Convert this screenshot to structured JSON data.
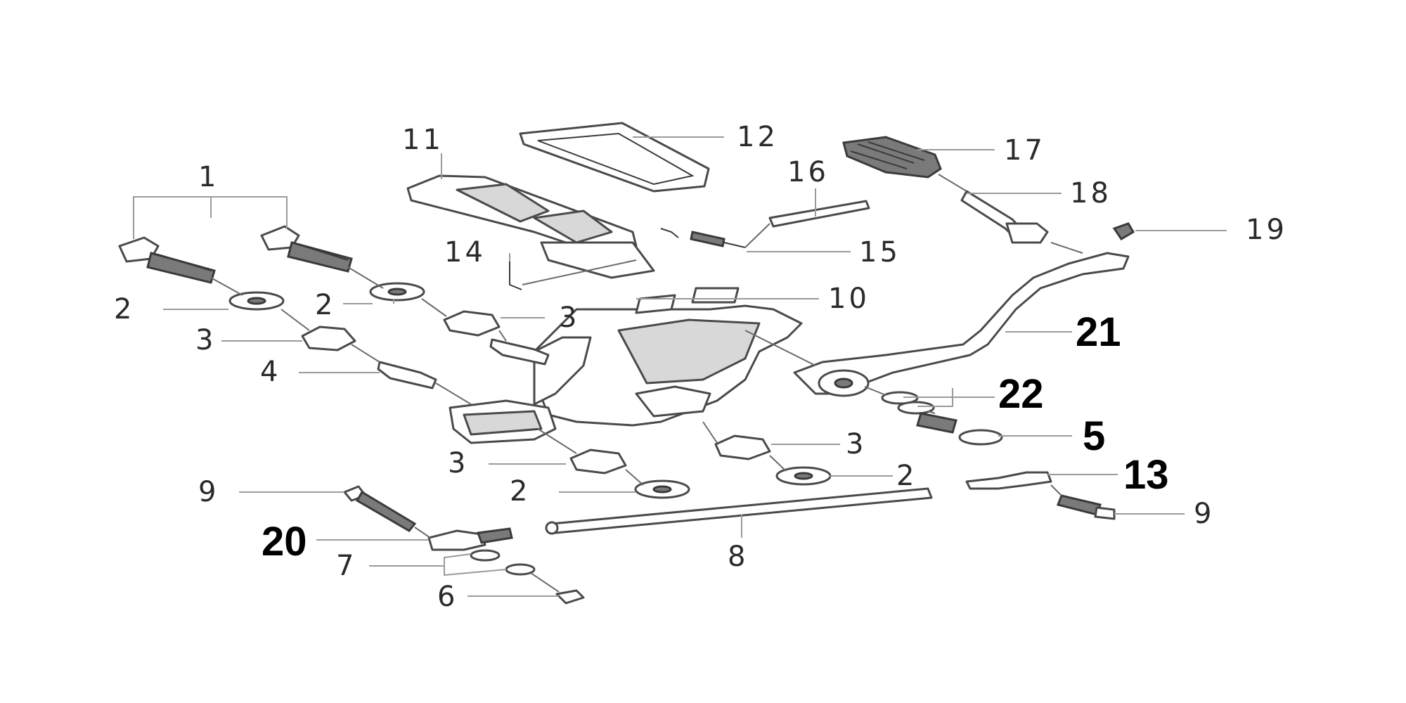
{
  "callouts": [
    {
      "id": "c1",
      "text": "1",
      "style": "thin"
    },
    {
      "id": "c2a",
      "text": "2",
      "style": "thin"
    },
    {
      "id": "c2b",
      "text": "2",
      "style": "thin"
    },
    {
      "id": "c2c",
      "text": "2",
      "style": "thin"
    },
    {
      "id": "c2d",
      "text": "2",
      "style": "thin"
    },
    {
      "id": "c3a",
      "text": "3",
      "style": "thin"
    },
    {
      "id": "c3b",
      "text": "3",
      "style": "thin"
    },
    {
      "id": "c3c",
      "text": "3",
      "style": "thin"
    },
    {
      "id": "c3d",
      "text": "3",
      "style": "thin"
    },
    {
      "id": "c4",
      "text": "4",
      "style": "thin"
    },
    {
      "id": "c5",
      "text": "5",
      "style": "bold"
    },
    {
      "id": "c6",
      "text": "6",
      "style": "thin"
    },
    {
      "id": "c7",
      "text": "7",
      "style": "thin"
    },
    {
      "id": "c8",
      "text": "8",
      "style": "thin"
    },
    {
      "id": "c9a",
      "text": "9",
      "style": "thin"
    },
    {
      "id": "c9b",
      "text": "9",
      "style": "thin"
    },
    {
      "id": "c10",
      "text": "10",
      "style": "thin"
    },
    {
      "id": "c11",
      "text": "11",
      "style": "thin"
    },
    {
      "id": "c12",
      "text": "12",
      "style": "thin"
    },
    {
      "id": "c13",
      "text": "13",
      "style": "bold"
    },
    {
      "id": "c14",
      "text": "14",
      "style": "thin"
    },
    {
      "id": "c15",
      "text": "15",
      "style": "thin"
    },
    {
      "id": "c16",
      "text": "16",
      "style": "thin"
    },
    {
      "id": "c17",
      "text": "17",
      "style": "thin"
    },
    {
      "id": "c18",
      "text": "18",
      "style": "thin"
    },
    {
      "id": "c19",
      "text": "19",
      "style": "thin"
    },
    {
      "id": "c20",
      "text": "20",
      "style": "bold"
    },
    {
      "id": "c21",
      "text": "21",
      "style": "bold"
    },
    {
      "id": "c22",
      "text": "22",
      "style": "bold"
    }
  ]
}
